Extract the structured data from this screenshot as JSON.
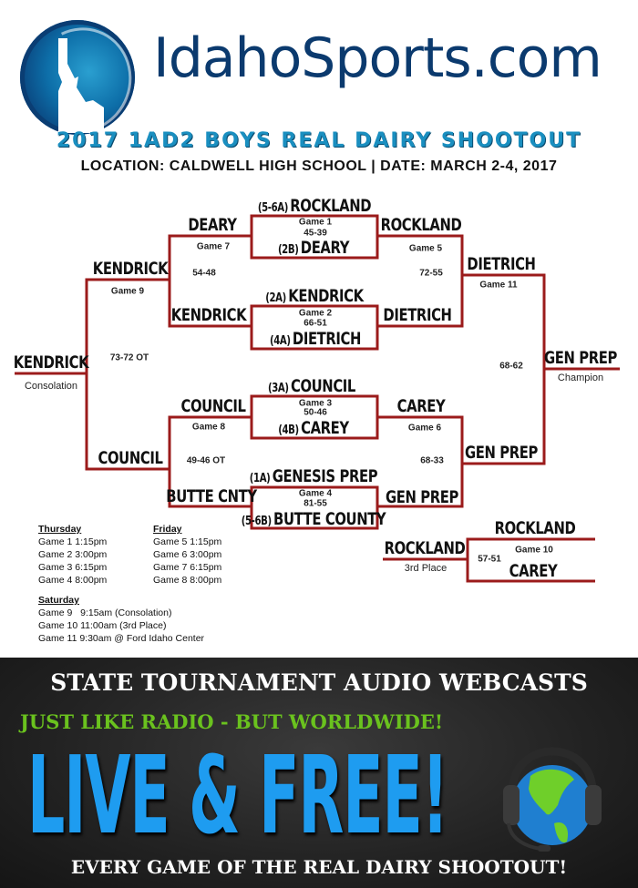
{
  "header": {
    "logo_text": "IdahoSports.com",
    "title": "2017 1AD2 BOYS REAL DAIRY SHOOTOUT",
    "subtitle": "LOCATION: CALDWELL HIGH SCHOOL | DATE: MARCH 2-4, 2017"
  },
  "colors": {
    "bracket_line": "#9b1b1b",
    "title": "#1a8fc0",
    "logo": "#0b3a6e",
    "live_free": "#1e9cf0",
    "tagline": "#6ac21e"
  },
  "round1": [
    {
      "game": "Game 1",
      "score": "45-39",
      "top_seed": "(5-6A)",
      "top_team": "ROCKLAND",
      "bottom_seed": "(2B)",
      "bottom_team": "DEARY"
    },
    {
      "game": "Game 2",
      "score": "66-51",
      "top_seed": "(2A)",
      "top_team": "KENDRICK",
      "bottom_seed": "(4A)",
      "bottom_team": "DIETRICH"
    },
    {
      "game": "Game 3",
      "score": "50-46",
      "top_seed": "(3A)",
      "top_team": "COUNCIL",
      "bottom_seed": "(4B)",
      "bottom_team": "CAREY"
    },
    {
      "game": "Game 4",
      "score": "81-55",
      "top_seed": "(1A)",
      "top_team": "GENESIS PREP",
      "bottom_seed": "(5-6B)",
      "bottom_team": "BUTTE COUNTY"
    }
  ],
  "consolation_bracket": {
    "game7": {
      "game": "Game 7",
      "score": "54-48",
      "top": "DEARY",
      "bottom": "KENDRICK"
    },
    "game8": {
      "game": "Game 8",
      "score": "49-46 OT",
      "top": "COUNCIL",
      "bottom": "BUTTE CNTY"
    },
    "game9": {
      "game": "Game 9",
      "score": "73-72 OT",
      "top": "KENDRICK",
      "bottom": "COUNCIL"
    },
    "winner": "KENDRICK",
    "winner_label": "Consolation"
  },
  "championship_bracket": {
    "game5": {
      "game": "Game 5",
      "score": "72-55",
      "top": "ROCKLAND",
      "bottom": "DIETRICH"
    },
    "game6": {
      "game": "Game 6",
      "score": "68-33",
      "top": "CAREY",
      "bottom": "GEN PREP"
    },
    "game11": {
      "game": "Game 11",
      "score": "68-62",
      "top": "DIETRICH",
      "bottom": "GEN PREP"
    },
    "winner": "GEN PREP",
    "winner_label": "Champion"
  },
  "third_place": {
    "game": "Game 10",
    "score": "57-51",
    "top": "ROCKLAND",
    "bottom": "CAREY",
    "winner": "ROCKLAND",
    "winner_label": "3rd Place"
  },
  "schedule": {
    "thursday": {
      "heading": "Thursday",
      "items": [
        "Game 1 1:15pm",
        "Game 2 3:00pm",
        "Game 3 6:15pm",
        "Game 4 8:00pm"
      ]
    },
    "friday": {
      "heading": "Friday",
      "items": [
        "Game 5 1:15pm",
        "Game 6 3:00pm",
        "Game 7 6:15pm",
        "Game 8 8:00pm"
      ]
    },
    "saturday": {
      "heading": "Saturday",
      "items": [
        "Game 9   9:15am (Consolation)",
        "Game 10 11:00am (3rd Place)",
        "Game 11 9:30am @ Ford Idaho Center"
      ]
    }
  },
  "banner": {
    "headline": "STATE TOURNAMENT AUDIO WEBCASTS",
    "tagline": "JUST LIKE RADIO - BUT WORLDWIDE!",
    "big": "LIVE & FREE!",
    "footer": "EVERY GAME OF THE REAL DAIRY SHOOTOUT!"
  }
}
